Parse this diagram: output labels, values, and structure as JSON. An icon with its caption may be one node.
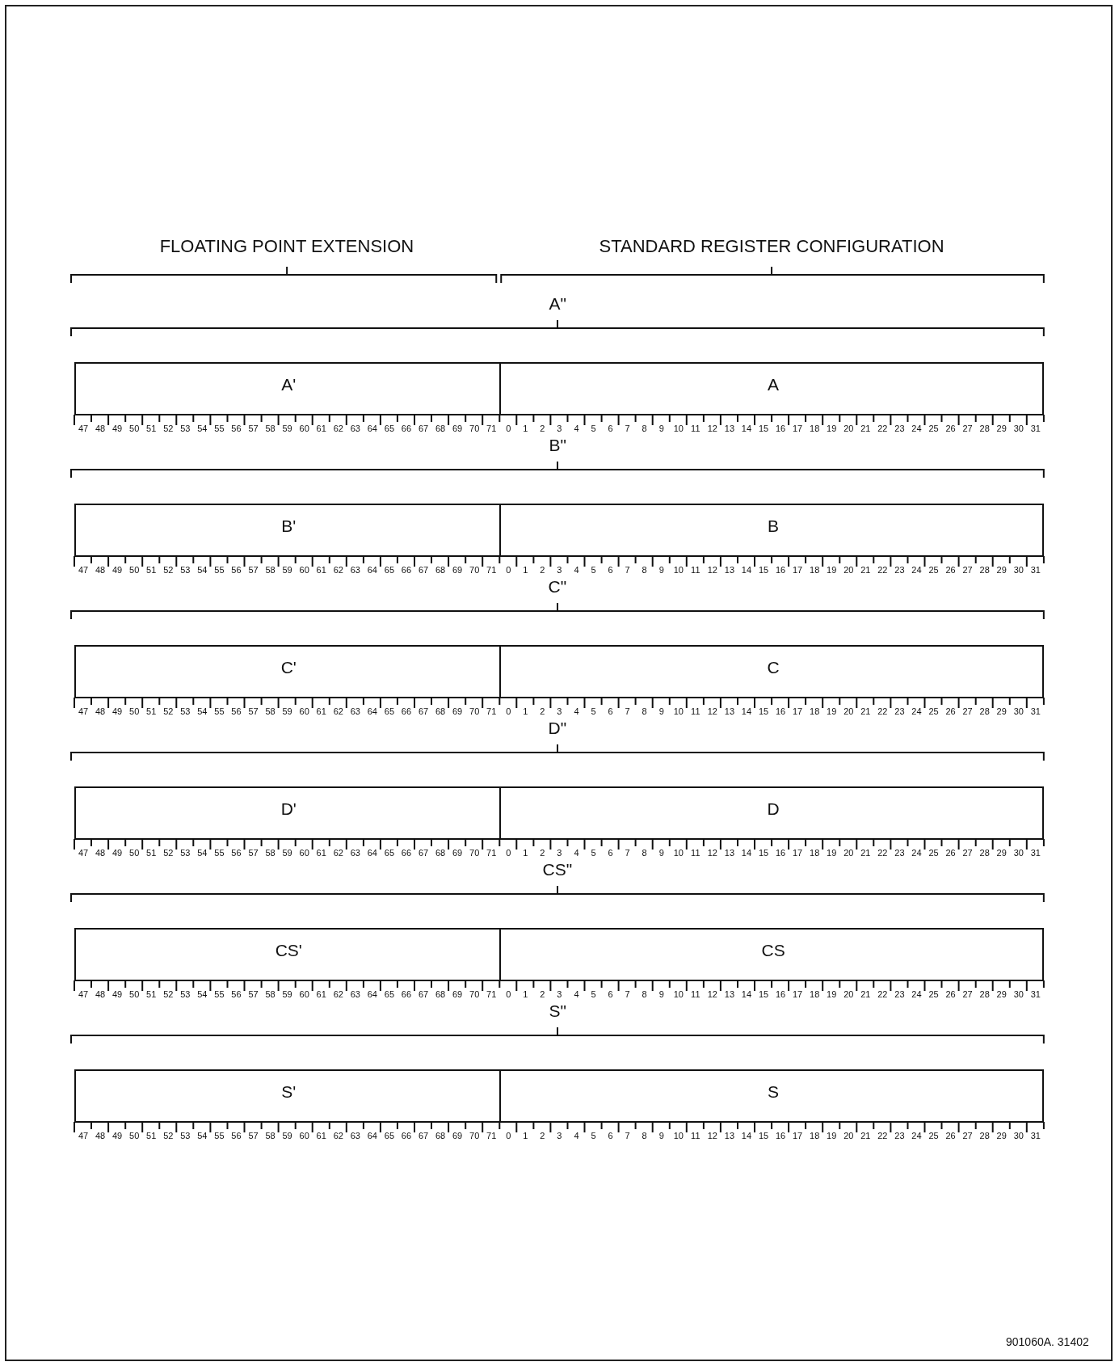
{
  "diagram": {
    "nodes": [
      {
        "text": [
          "A'"
        ]
      },
      {
        "text": [
          "A"
        ]
      },
      {
        "text": [
          "B'"
        ]
      },
      {
        "text": [
          "B"
        ]
      },
      {
        "text": [
          "C'"
        ]
      },
      {
        "text": [
          "C"
        ]
      },
      {
        "text": [
          "D'"
        ]
      },
      {
        "text": [
          "D"
        ]
      },
      {
        "text": [
          "CS'"
        ]
      },
      {
        "text": [
          "CS"
        ]
      },
      {
        "text": [
          "S'"
        ]
      },
      {
        "text": [
          "S"
        ]
      }
    ],
    "labels": [
      "FLOATING POINT EXTENSION",
      "STANDARD REGISTER CONFIGURATION",
      "A\"",
      "47",
      "48",
      "49",
      "50",
      "51",
      "52",
      "53",
      "54",
      "55",
      "56",
      "57",
      "58",
      "59",
      "60",
      "61",
      "62",
      "63",
      "64",
      "65",
      "66",
      "67",
      "68",
      "69",
      "70",
      "71",
      "0",
      "1",
      "2",
      "3",
      "4",
      "5",
      "6",
      "7",
      "8",
      "9",
      "10",
      "11",
      "12",
      "13",
      "14",
      "15",
      "16",
      "17",
      "18",
      "19",
      "20",
      "21",
      "22",
      "23",
      "24",
      "25",
      "26",
      "27",
      "28",
      "29",
      "30",
      "31",
      "B\"",
      "47",
      "48",
      "49",
      "50",
      "51",
      "52",
      "53",
      "54",
      "55",
      "56",
      "57",
      "58",
      "59",
      "60",
      "61",
      "62",
      "63",
      "64",
      "65",
      "66",
      "67",
      "68",
      "69",
      "70",
      "71",
      "0",
      "1",
      "2",
      "3",
      "4",
      "5",
      "6",
      "7",
      "8",
      "9",
      "10",
      "11",
      "12",
      "13",
      "14",
      "15",
      "16",
      "17",
      "18",
      "19",
      "20",
      "21",
      "22",
      "23",
      "24",
      "25",
      "26",
      "27",
      "28",
      "29",
      "30",
      "31",
      "C\"",
      "47",
      "48",
      "49",
      "50",
      "51",
      "52",
      "53",
      "54",
      "55",
      "56",
      "57",
      "58",
      "59",
      "60",
      "61",
      "62",
      "63",
      "64",
      "65",
      "66",
      "67",
      "68",
      "69",
      "70",
      "71",
      "0",
      "1",
      "2",
      "3",
      "4",
      "5",
      "6",
      "7",
      "8",
      "9",
      "10",
      "11",
      "12",
      "13",
      "14",
      "15",
      "16",
      "17",
      "18",
      "19",
      "20",
      "21",
      "22",
      "23",
      "24",
      "25",
      "26",
      "27",
      "28",
      "29",
      "30",
      "31",
      "D\"",
      "47",
      "48",
      "49",
      "50",
      "51",
      "52",
      "53",
      "54",
      "55",
      "56",
      "57",
      "58",
      "59",
      "60",
      "61",
      "62",
      "63",
      "64",
      "65",
      "66",
      "67",
      "68",
      "69",
      "70",
      "71",
      "0",
      "1",
      "2",
      "3",
      "4",
      "5",
      "6",
      "7",
      "8",
      "9",
      "10",
      "11",
      "12",
      "13",
      "14",
      "15",
      "16",
      "17",
      "18",
      "19",
      "20",
      "21",
      "22",
      "23",
      "24",
      "25",
      "26",
      "27",
      "28",
      "29",
      "30",
      "31",
      "CS\"",
      "47",
      "48",
      "49",
      "50",
      "51",
      "52",
      "53",
      "54",
      "55",
      "56",
      "57",
      "58",
      "59",
      "60",
      "61",
      "62",
      "63",
      "64",
      "65",
      "66",
      "67",
      "68",
      "69",
      "70",
      "71",
      "0",
      "1",
      "2",
      "3",
      "4",
      "5",
      "6",
      "7",
      "8",
      "9",
      "10",
      "11",
      "12",
      "13",
      "14",
      "15",
      "16",
      "17",
      "18",
      "19",
      "20",
      "21",
      "22",
      "23",
      "24",
      "25",
      "26",
      "27",
      "28",
      "29",
      "30",
      "31",
      "S\"",
      "47",
      "48",
      "49",
      "50",
      "51",
      "52",
      "53",
      "54",
      "55",
      "56",
      "57",
      "58",
      "59",
      "60",
      "61",
      "62",
      "63",
      "64",
      "65",
      "66",
      "67",
      "68",
      "69",
      "70",
      "71",
      "0",
      "1",
      "2",
      "3",
      "4",
      "5",
      "6",
      "7",
      "8",
      "9",
      "10",
      "11",
      "12",
      "13",
      "14",
      "15",
      "16",
      "17",
      "18",
      "19",
      "20",
      "21",
      "22",
      "23",
      "24",
      "25",
      "26",
      "27",
      "28",
      "29",
      "30",
      "31",
      "901060A. 31402"
    ]
  }
}
